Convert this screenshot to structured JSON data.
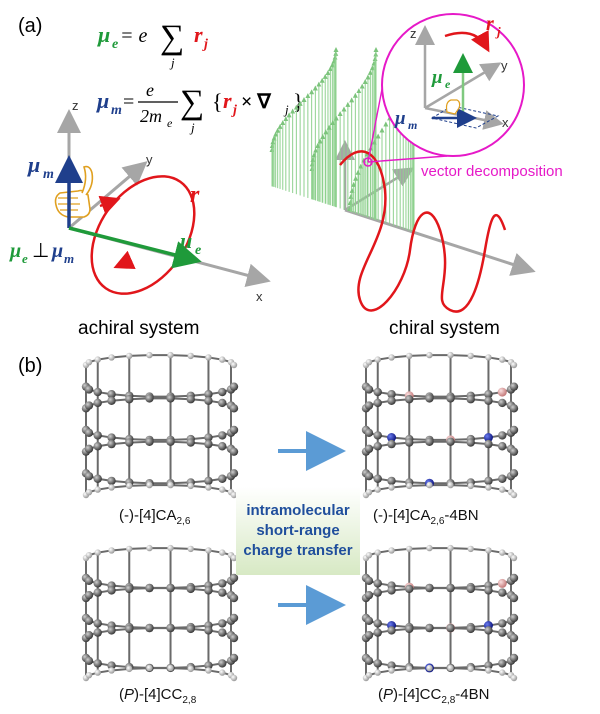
{
  "panel_a": {
    "label": "(a)",
    "eq_mu_e": {
      "lhs": "μ",
      "lhs_sub": "e",
      "rhs_pre": " = e",
      "sum": "∑",
      "sum_idx": "j",
      "var": "r",
      "var_sub": "j"
    },
    "eq_mu_m": {
      "lhs": "μ",
      "lhs_sub": "m",
      "frac_num": "e",
      "frac_den": "2m",
      "frac_den_sub": "e",
      "sum": "∑",
      "sum_idx": "j",
      "body_open": "{",
      "var": "r",
      "var_sub": "j",
      "cross": " × ∇",
      "nabla_sub": "j",
      "body_close": "}"
    },
    "achiral": {
      "axis_z": "z",
      "axis_y": "y",
      "axis_x": "x",
      "mu_m_label": "μ",
      "mu_m_sub": "m",
      "mu_e_label": "μ",
      "mu_e_sub": "e",
      "r_label": "r",
      "perp_left": "μ",
      "perp_left_sub": "e",
      "perp_sym": "⊥",
      "perp_right": "μ",
      "perp_right_sub": "m",
      "caption": "achiral system"
    },
    "chiral": {
      "inset": {
        "axis_z": "z",
        "axis_y": "y",
        "axis_x": "x",
        "r_label": "r",
        "r_sub": "j",
        "mu_e_label": "μ",
        "mu_e_sub": "e",
        "mu_m_label": "μ",
        "mu_m_sub": "m"
      },
      "decomp_label": "vector decomposition",
      "caption": "chiral system"
    },
    "colors": {
      "green": "#1f9a3a",
      "blue": "#1f3f8c",
      "red": "#e1161b",
      "magenta": "#e619c8",
      "gray": "#a6a6a6",
      "orange": "#e0a020"
    }
  },
  "panel_b": {
    "label": "(b)",
    "middle_box": {
      "line1": "intramolecular",
      "line2": "short-range",
      "line3": "charge transfer"
    },
    "mol1": {
      "pre": "(-)-[4]CA",
      "sub": "2,6",
      "post": ""
    },
    "mol2": {
      "pre": "(-)-[4]CA",
      "sub": "2,6",
      "post": "-4BN"
    },
    "mol3": {
      "pre_paren_open": "(",
      "italic": "P",
      "pre": ")-[4]CC",
      "sub": "2,8",
      "post": ""
    },
    "mol4": {
      "pre_paren_open": "(",
      "italic": "P",
      "pre": ")-[4]CC",
      "sub": "2,8",
      "post": "-4BN"
    },
    "arrow_color": "#5b9bd5",
    "atom_colors": {
      "carbon": "#555555",
      "hydrogen": "#dddddd",
      "nitrogen": "#1a2bb0",
      "boron": "#e8a4a4"
    }
  }
}
